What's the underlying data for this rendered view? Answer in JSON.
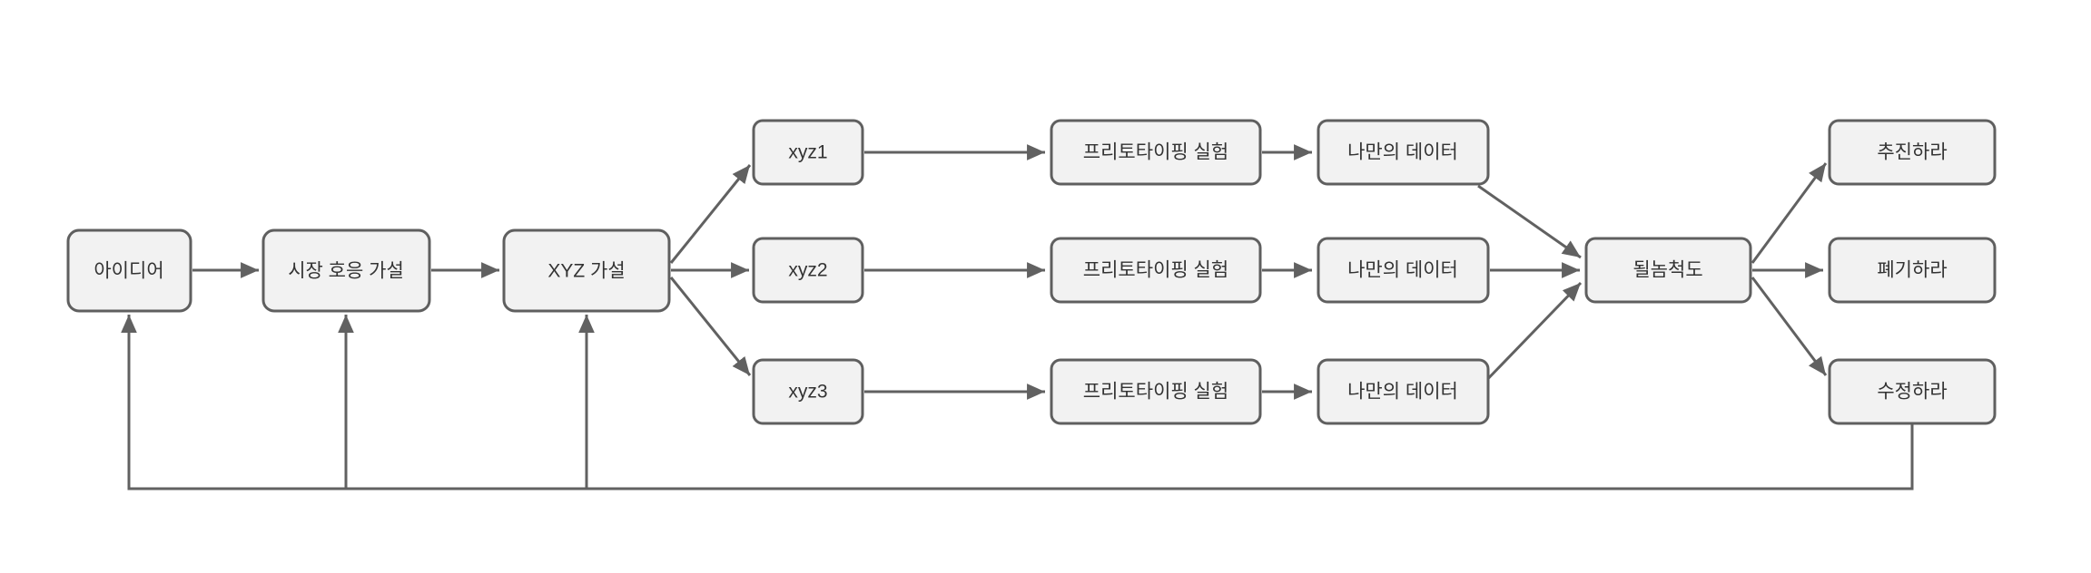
{
  "diagram": {
    "colors": {
      "background": "#ffffff",
      "node_fill": "#f2f2f2",
      "node_stroke": "#5f5f5f",
      "edge_color": "#616161",
      "text_color": "#333333"
    },
    "nodes": {
      "idea": {
        "label": "아이디어"
      },
      "market_response_hypothesis": {
        "label": "시장 호응 가설"
      },
      "xyz_hypothesis": {
        "label": "XYZ 가설"
      },
      "xyz1": {
        "label": "xyz1"
      },
      "xyz2": {
        "label": "xyz2"
      },
      "xyz3": {
        "label": "xyz3"
      },
      "pretotyping_experiment": {
        "label": "프리토타이핑 실험"
      },
      "my_own_data": {
        "label": "나만의 데이터"
      },
      "right_it_meter": {
        "label": "될놈척도"
      },
      "go_ahead": {
        "label": "추진하라"
      },
      "discard": {
        "label": "폐기하라"
      },
      "revise": {
        "label": "수정하라"
      }
    },
    "edges": [
      {
        "from": "idea",
        "to": "market_response_hypothesis"
      },
      {
        "from": "market_response_hypothesis",
        "to": "xyz_hypothesis"
      },
      {
        "from": "xyz_hypothesis",
        "to": "xyz1"
      },
      {
        "from": "xyz_hypothesis",
        "to": "xyz2"
      },
      {
        "from": "xyz_hypothesis",
        "to": "xyz3"
      },
      {
        "from": "xyz1",
        "to": "pretotyping_experiment"
      },
      {
        "from": "xyz2",
        "to": "pretotyping_experiment"
      },
      {
        "from": "xyz3",
        "to": "pretotyping_experiment"
      },
      {
        "from": "pretotyping_experiment",
        "to": "my_own_data"
      },
      {
        "from": "my_own_data",
        "to": "right_it_meter"
      },
      {
        "from": "right_it_meter",
        "to": "go_ahead"
      },
      {
        "from": "right_it_meter",
        "to": "discard"
      },
      {
        "from": "right_it_meter",
        "to": "revise"
      },
      {
        "from": "revise",
        "to": "idea"
      },
      {
        "from": "revise",
        "to": "market_response_hypothesis"
      },
      {
        "from": "revise",
        "to": "xyz_hypothesis"
      }
    ]
  }
}
